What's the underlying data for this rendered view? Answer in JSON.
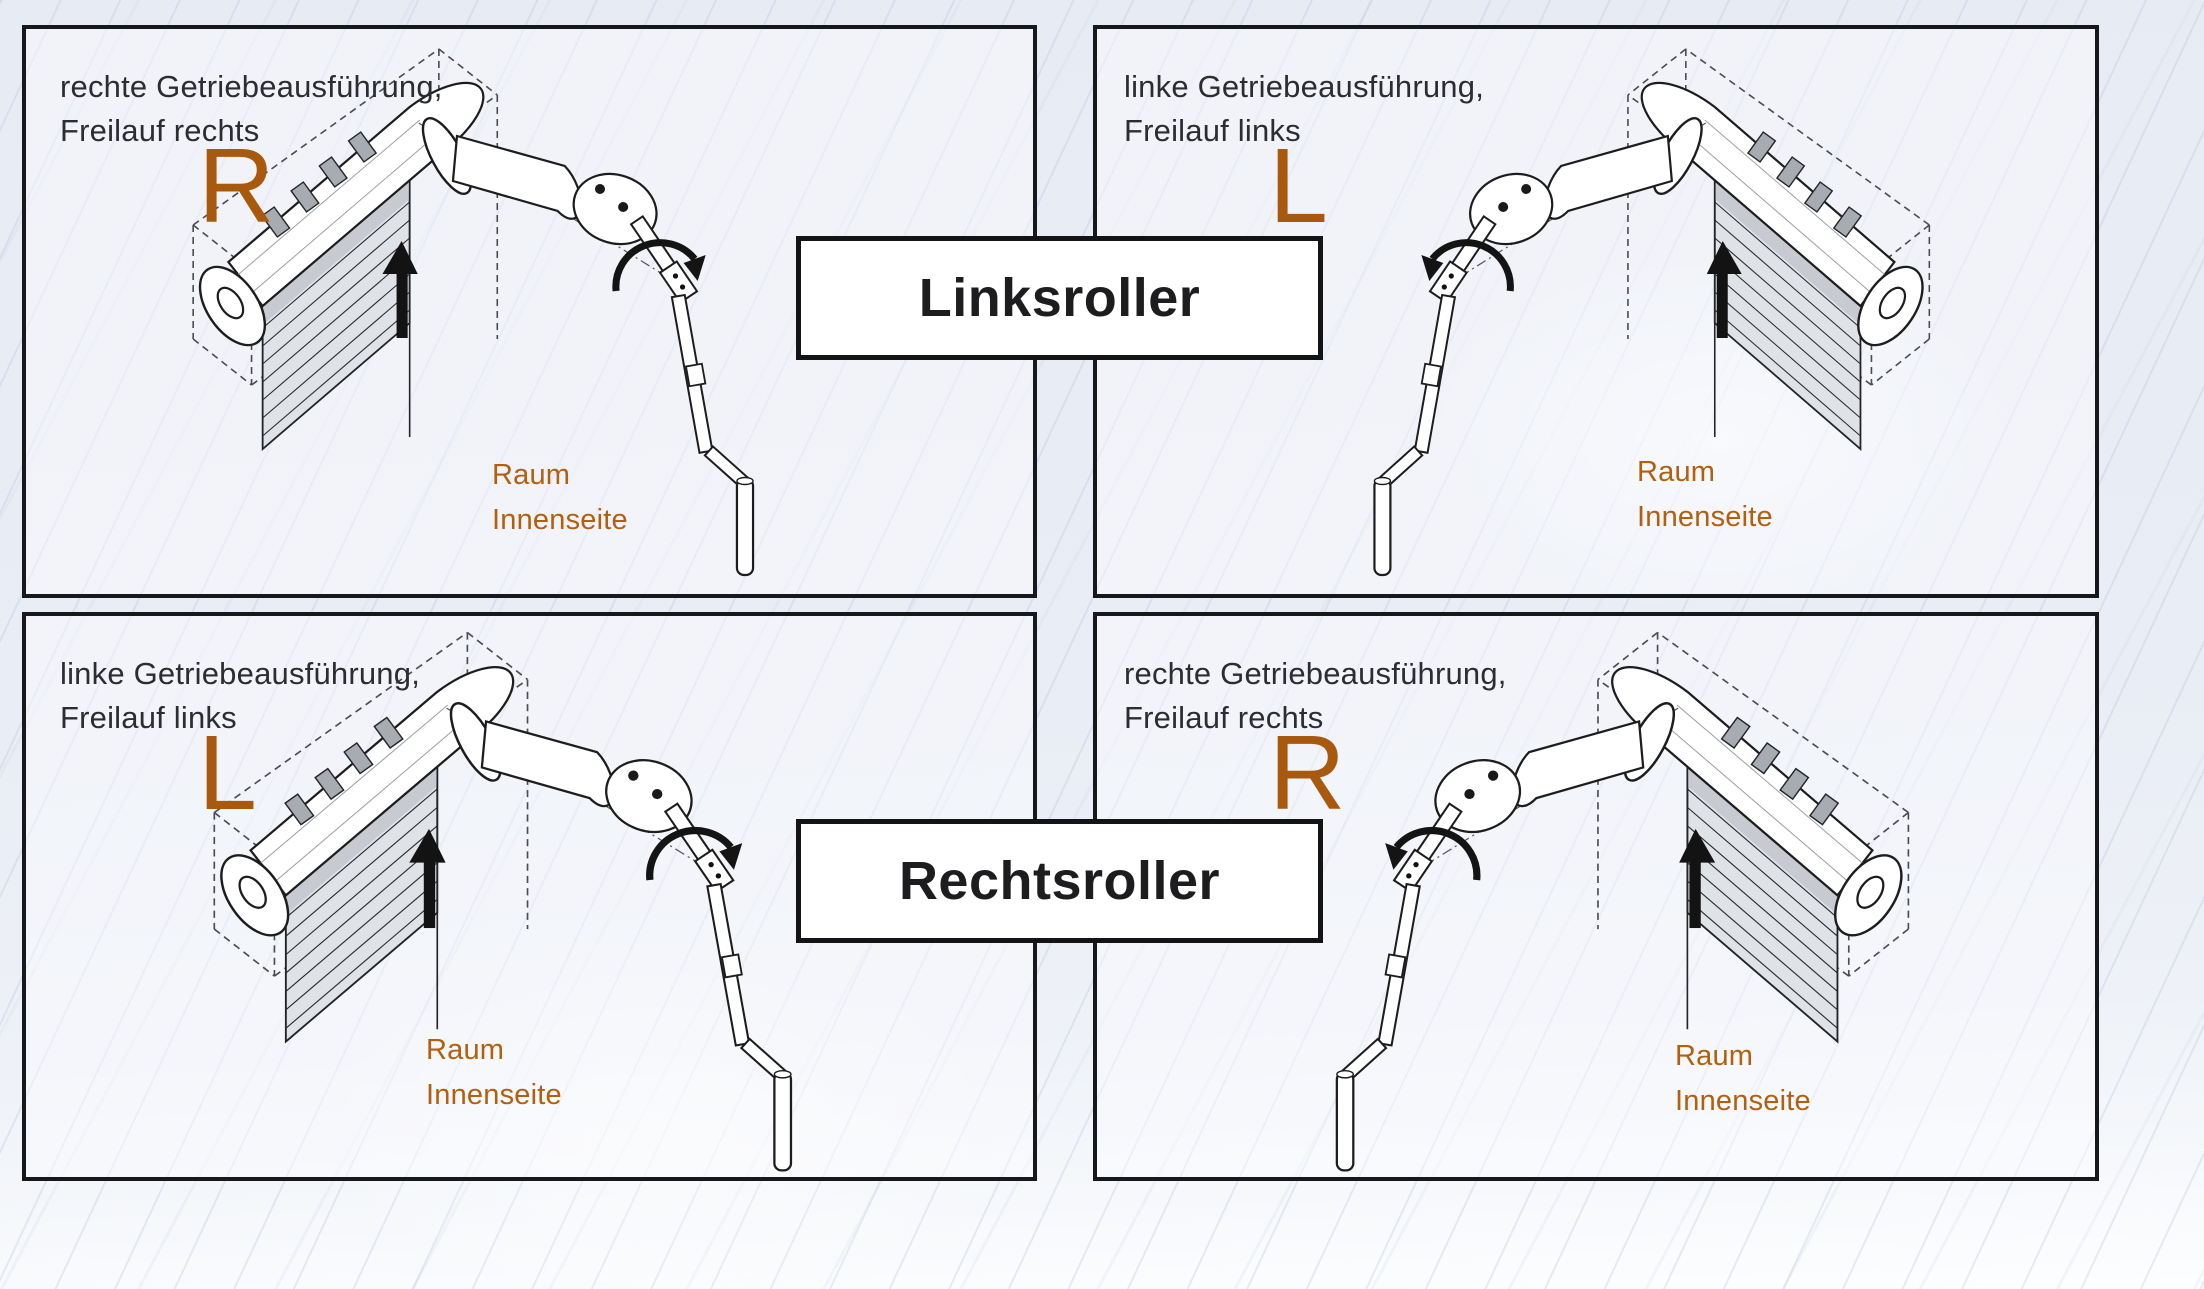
{
  "colors": {
    "accent_orange_letter": "#a9590e",
    "accent_orange_label": "#b2600e",
    "caption_text": "#2b2d31",
    "panel_border": "#17181b",
    "box_border": "#141416",
    "box_background": "#ffffff",
    "page_background": "#e9edf5",
    "diagram_line": "#1d1d1f",
    "curtain_gray": "#dfe2e6",
    "clip_gray": "#a7abb2"
  },
  "rows": [
    {
      "center_label": "Linksroller"
    },
    {
      "center_label": "Rechtsroller"
    }
  ],
  "panels": [
    {
      "id": "top-left",
      "caption_line1": "rechte Getriebeausführung,",
      "caption_line2": "Freilauf rechts",
      "letter": "R",
      "room_line1": "Raum",
      "room_line2": "Innenseite"
    },
    {
      "id": "top-right",
      "caption_line1": "linke Getriebeausführung,",
      "caption_line2": "Freilauf links",
      "letter": "L",
      "room_line1": "Raum",
      "room_line2": "Innenseite"
    },
    {
      "id": "bottom-left",
      "caption_line1": "linke Getriebeausführung,",
      "caption_line2": "Freilauf links",
      "letter": "L",
      "room_line1": "Raum",
      "room_line2": "Innenseite"
    },
    {
      "id": "bottom-right",
      "caption_line1": "rechte Getriebeausführung,",
      "caption_line2": "Freilauf rechts",
      "letter": "R",
      "room_line1": "Raum",
      "room_line2": "Innenseite"
    }
  ]
}
